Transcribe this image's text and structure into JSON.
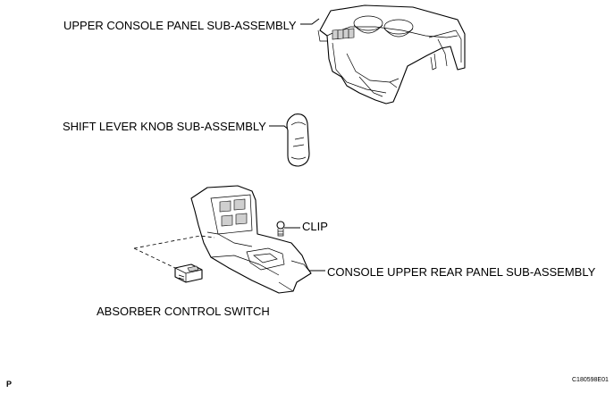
{
  "labels": {
    "upper_console": "UPPER CONSOLE PANEL SUB-ASSEMBLY",
    "shift_knob": "SHIFT LEVER KNOB SUB-ASSEMBLY",
    "clip": "CLIP",
    "console_rear": "CONSOLE UPPER REAR PANEL SUB-ASSEMBLY",
    "absorber_switch": "ABSORBER CONTROL SWITCH"
  },
  "corner_mark": "P",
  "figure_code": "C180598E01"
}
